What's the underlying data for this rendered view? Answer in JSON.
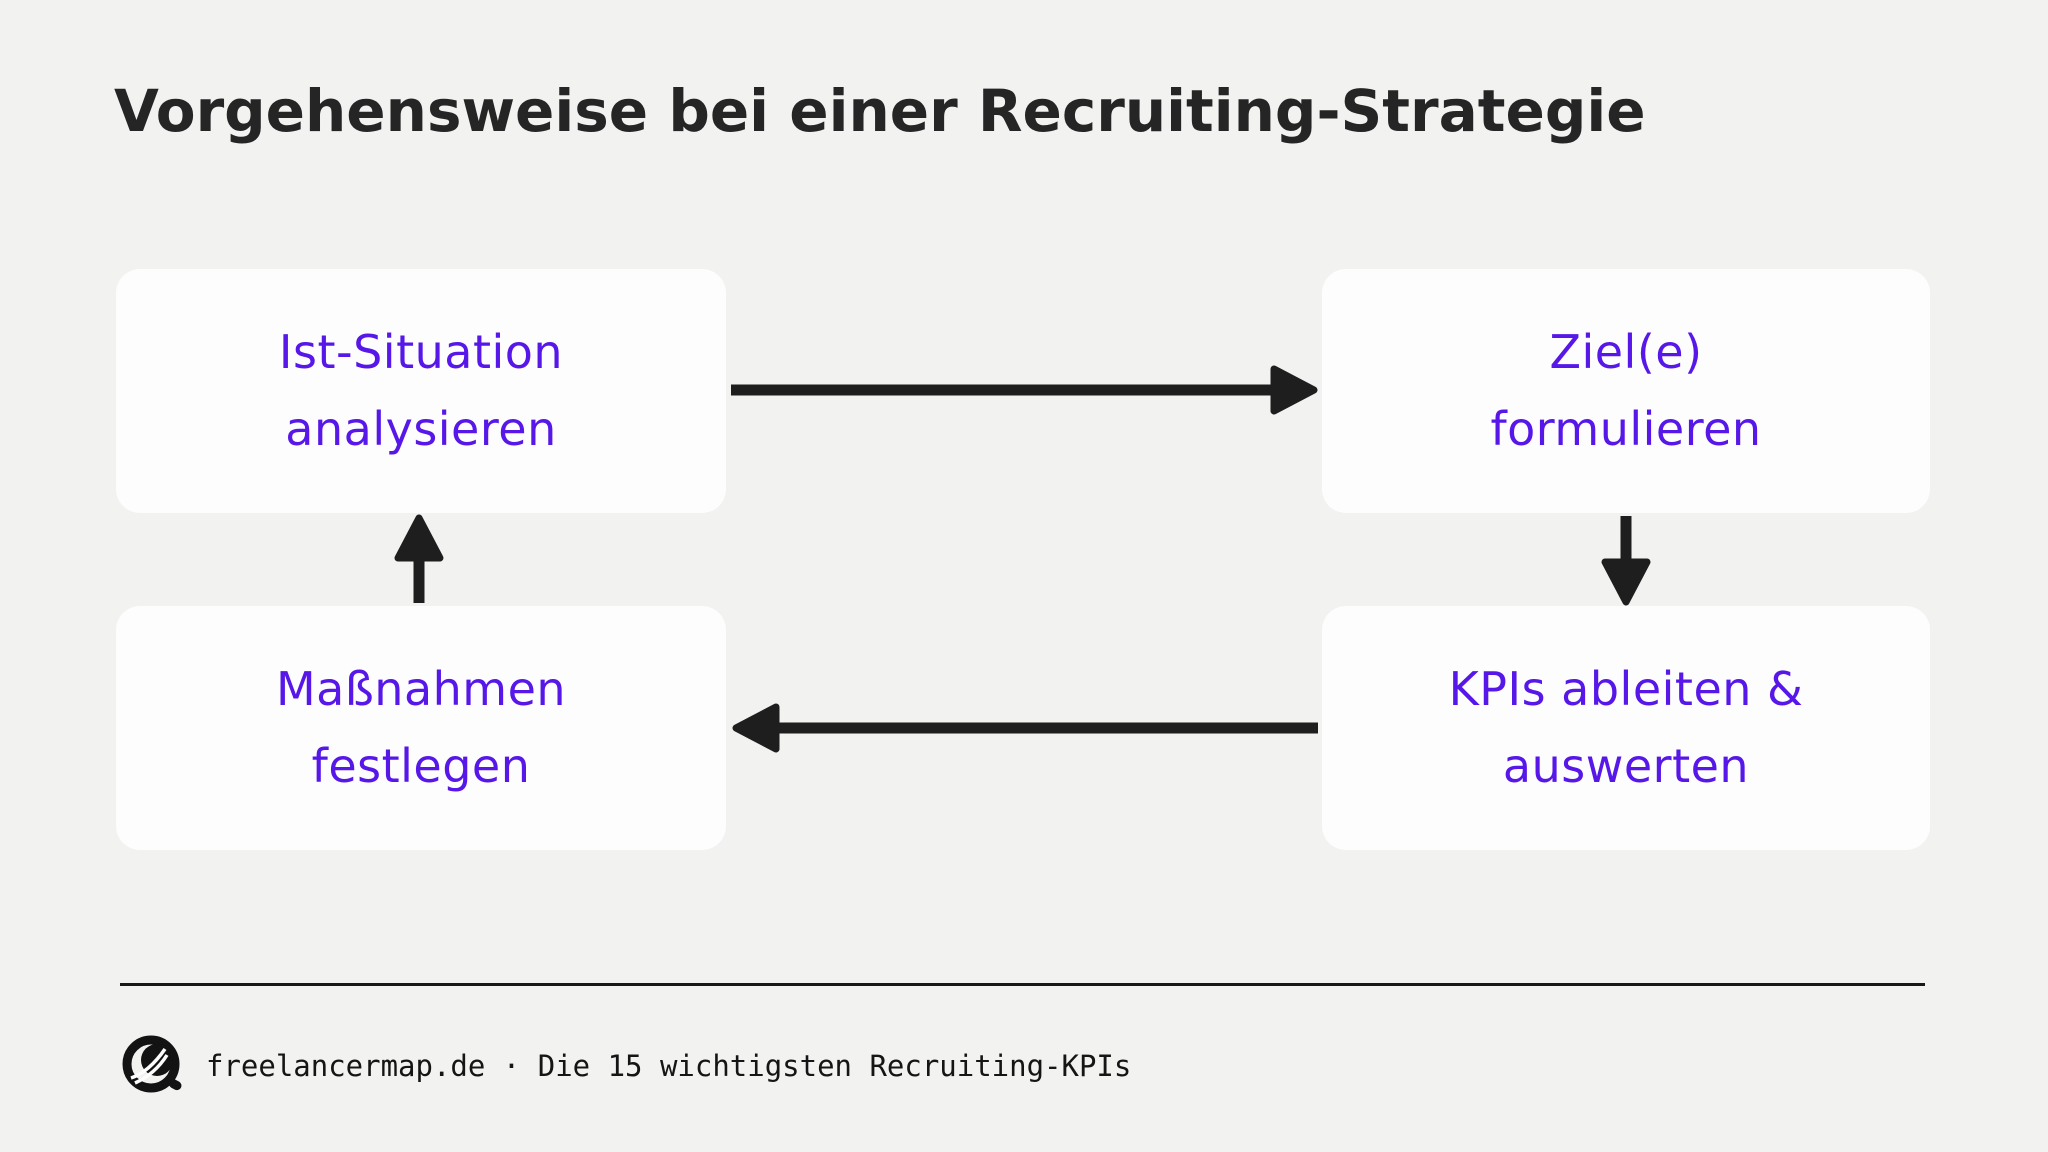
{
  "page": {
    "title": "Vorgehensweise bei einer Recruiting-Strategie"
  },
  "colors": {
    "background": "#f2f2f0",
    "card_background": "#fdfdfd",
    "accent_purple": "#5617e8",
    "ink_black": "#1e1e1e"
  },
  "diagram": {
    "type": "cycle-flowchart",
    "nodes": [
      {
        "id": "ist-situation-analysieren",
        "lines": [
          "Ist-Situation",
          "analysieren"
        ]
      },
      {
        "id": "ziele-formulieren",
        "lines": [
          "Ziel(e)",
          "formulieren"
        ]
      },
      {
        "id": "massnahmen-festlegen",
        "lines": [
          "Maßnahmen",
          "festlegen"
        ]
      },
      {
        "id": "kpis-ableiten-auswerten",
        "lines": [
          "KPIs ableiten &",
          "auswerten"
        ]
      }
    ],
    "edges": [
      {
        "from": "Ist-Situation analysieren",
        "to": "Ziel(e) formulieren",
        "direction": "right"
      },
      {
        "from": "Ziel(e) formulieren",
        "to": "KPIs ableiten & auswerten",
        "direction": "down"
      },
      {
        "from": "KPIs ableiten & auswerten",
        "to": "Maßnahmen festlegen",
        "direction": "left"
      },
      {
        "from": "Maßnahmen festlegen",
        "to": "Ist-Situation analysieren",
        "direction": "up"
      }
    ]
  },
  "footer": {
    "text": "freelancermap.de · Die 15 wichtigsten Recruiting-KPIs",
    "logo": "freelancermap-logo"
  }
}
